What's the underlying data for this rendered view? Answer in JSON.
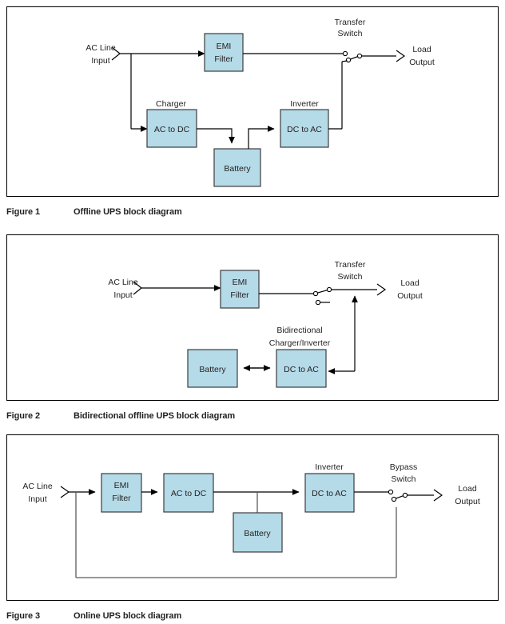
{
  "page": {
    "background": "#ffffff",
    "block_fill": "#b5dae8",
    "block_stroke": "#3c3c3c",
    "wire_color": "#000000",
    "text_color": "#231f20"
  },
  "figures": [
    {
      "id": "figure-1",
      "caption_number": "Figure 1",
      "caption_title": "Offline UPS block diagram",
      "labels": {
        "input_line1": "AC Line",
        "input_line2": "Input",
        "output_line1": "Load",
        "output_line2": "Output",
        "switch_line1": "Transfer",
        "switch_line2": "Switch",
        "charger_caption": "Charger",
        "inverter_caption": "Inverter"
      },
      "blocks": [
        {
          "name": "emi-filter",
          "line1": "EMI",
          "line2": "Filter"
        },
        {
          "name": "ac-to-dc",
          "line1": "AC to DC",
          "line2": ""
        },
        {
          "name": "battery",
          "line1": "Battery",
          "line2": ""
        },
        {
          "name": "dc-to-ac",
          "line1": "DC to AC",
          "line2": ""
        }
      ]
    },
    {
      "id": "figure-2",
      "caption_number": "Figure 2",
      "caption_title": "Bidirectional offline UPS block diagram",
      "labels": {
        "input_line1": "AC Line",
        "input_line2": "Input",
        "output_line1": "Load",
        "output_line2": "Output",
        "switch_line1": "Transfer",
        "switch_line2": "Switch",
        "converter_caption_line1": "Bidirectional",
        "converter_caption_line2": "Charger/Inverter"
      },
      "blocks": [
        {
          "name": "emi-filter",
          "line1": "EMI",
          "line2": "Filter"
        },
        {
          "name": "battery",
          "line1": "Battery",
          "line2": ""
        },
        {
          "name": "dc-to-ac",
          "line1": "DC to AC",
          "line2": ""
        }
      ]
    },
    {
      "id": "figure-3",
      "caption_number": "Figure 3",
      "caption_title": "Online UPS block diagram",
      "labels": {
        "input_line1": "AC Line",
        "input_line2": "Input",
        "output_line1": "Load",
        "output_line2": "Output",
        "switch_line1": "Bypass",
        "switch_line2": "Switch",
        "inverter_caption": "Inverter"
      },
      "blocks": [
        {
          "name": "emi-filter",
          "line1": "EMI",
          "line2": "Filter"
        },
        {
          "name": "ac-to-dc",
          "line1": "AC to DC",
          "line2": ""
        },
        {
          "name": "battery",
          "line1": "Battery",
          "line2": ""
        },
        {
          "name": "dc-to-ac",
          "line1": "DC to AC",
          "line2": ""
        }
      ]
    }
  ]
}
